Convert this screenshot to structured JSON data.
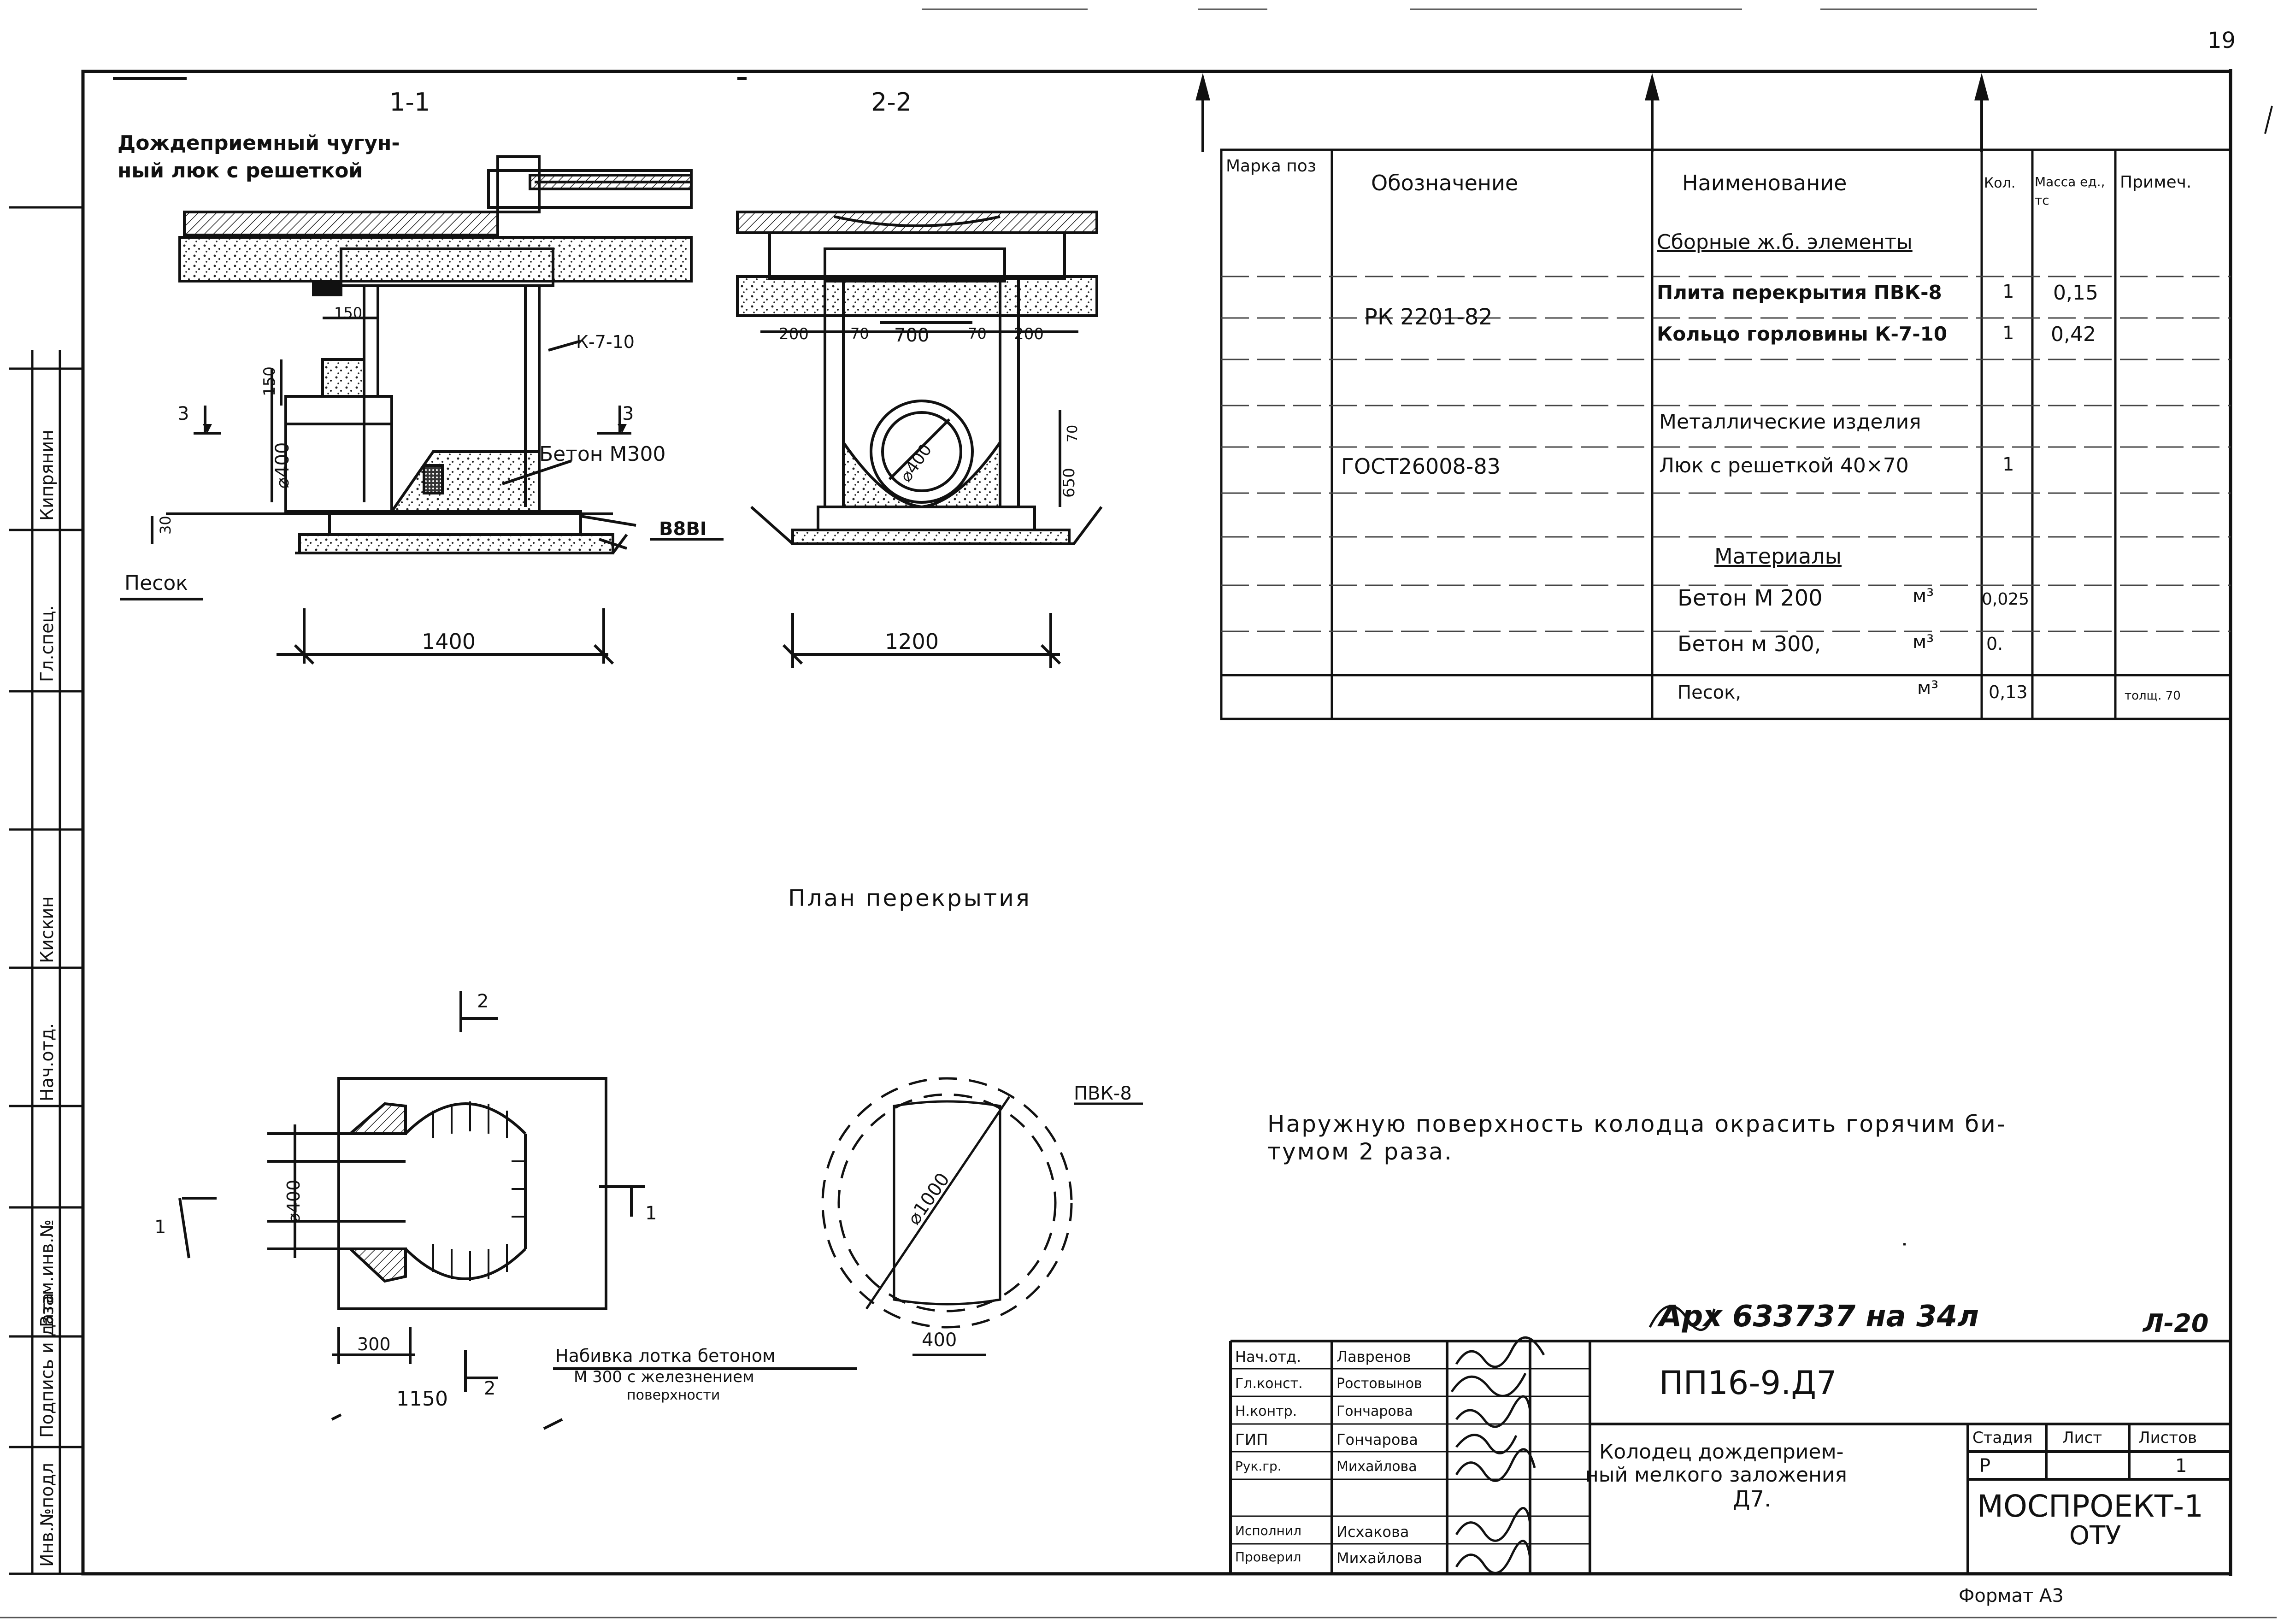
{
  "page_number": "19",
  "section_1_1": {
    "title": "1-1",
    "label_hatch": "Дождеприемный чугун-",
    "label_hatch_2": "ный люк с решеткой",
    "label_ring": "К-7-10",
    "label_concrete": "Бетон М300",
    "label_sand": "Песок",
    "label_level": "В8ВІ",
    "dim_width": "1400",
    "dim_150": "150",
    "dim_150b": "150",
    "dim_d400": "⌀400",
    "dim_30": "30",
    "cut_mark_left": "3",
    "cut_mark_right": "3"
  },
  "section_2_2": {
    "title": "2-2",
    "dim_200_left": "200",
    "dim_70_left": "70",
    "dim_700": "700",
    "dim_70_right": "70",
    "dim_200_right": "200",
    "dim_d400": "⌀400",
    "dim_70": "70",
    "dim_650": "650",
    "dim_width": "1200"
  },
  "plan": {
    "title": "План перекрытия",
    "mark_top": "2",
    "mark_left": "1",
    "mark_right": "1",
    "mark_bottom": "2",
    "dim_d400": "⌀400",
    "dim_300": "300",
    "dim_1150": "1150",
    "note_1": "Набивка лотка бетоном",
    "note_2": "М 300 с железнением",
    "note_3": "поверхности"
  },
  "slab": {
    "label": "ПВК-8",
    "dim_d1000": "⌀1000",
    "dim_400": "400"
  },
  "spec_table": {
    "headers": {
      "mark": "Марка поз",
      "designation": "Обозначение",
      "name": "Наименование",
      "qty": "Кол.",
      "mass": "Масса ед., тс",
      "note": "Примеч."
    },
    "rows": [
      {
        "designation": "",
        "name": "Сборные ж.б. элементы",
        "qty": "",
        "mass": "",
        "note": "",
        "heading": true
      },
      {
        "designation": "РК 2201-82",
        "name": "Плита перекрытия ПВК-8",
        "qty": "1",
        "mass": "0,15",
        "note": ""
      },
      {
        "designation": "",
        "name": "Кольцо горловины К-7-10",
        "qty": "1",
        "mass": "0,42",
        "note": ""
      },
      {
        "designation": "",
        "name": "",
        "qty": "",
        "mass": "",
        "note": ""
      },
      {
        "designation": "",
        "name": "Металлические изделия",
        "qty": "",
        "mass": "",
        "note": "",
        "heading": true
      },
      {
        "designation": "ГОСТ26008-83",
        "name": "Люк с решеткой 40×70",
        "qty": "1",
        "mass": "",
        "note": ""
      },
      {
        "designation": "",
        "name": "",
        "qty": "",
        "mass": "",
        "note": ""
      },
      {
        "designation": "",
        "name": "Материалы",
        "qty": "",
        "mass": "",
        "note": "",
        "heading": true
      },
      {
        "designation": "",
        "name": "Бетон М 200",
        "unit": "м³",
        "qty": "0,025",
        "mass": "",
        "note": ""
      },
      {
        "designation": "",
        "name": "Бетон м 300,",
        "unit": "м³",
        "qty": "0.",
        "mass": "",
        "note": ""
      },
      {
        "designation": "",
        "name": "Песок,",
        "unit": "м³",
        "qty": "0,13",
        "mass": "",
        "note": "толщ. 70"
      }
    ]
  },
  "general_note": "Наружную поверхность колодца окрасить горячим би-",
  "general_note_2": "тумом 2 раза.",
  "archive": {
    "number": "Арх 633737 на 34л",
    "sheet_ref": "Л-20"
  },
  "title_block": {
    "code": "ПП16-9.Д7",
    "title_line1": "Колодец дождеприем-",
    "title_line2": "ный мелкого заложения",
    "title_line3": "Д7.",
    "stage_label": "Стадия",
    "sheet_label": "Лист",
    "sheets_label": "Листов",
    "stage": "Р",
    "sheets": "1",
    "org_line1": "МОСПРОЕКТ-1",
    "org_line2": "ОТУ",
    "people": [
      {
        "role": "Нач.отд.",
        "name": "Лавренов"
      },
      {
        "role": "Гл.конст.",
        "name": "Ростовынов"
      },
      {
        "role": "Н.контр.",
        "name": "Гончарова"
      },
      {
        "role": "ГИП",
        "name": "Гончарова"
      },
      {
        "role": "Рук.гр.",
        "name": "Михайлова"
      },
      {
        "role": "",
        "name": ""
      },
      {
        "role": "Исполнил",
        "name": "Исхакова"
      },
      {
        "role": "Проверил",
        "name": "Михайлова"
      }
    ]
  },
  "margin_labels": {
    "inv_orig": "Инв.№подл",
    "sign_date": "Подпись и дата",
    "instead_inv": "Взам.инв.№",
    "nach_otd": "Нач.отд.",
    "kiskin": "Кискин",
    "gl_spec": "Гл.спец.",
    "kipyanin": "Кипрянин"
  },
  "format": "Формат А3"
}
